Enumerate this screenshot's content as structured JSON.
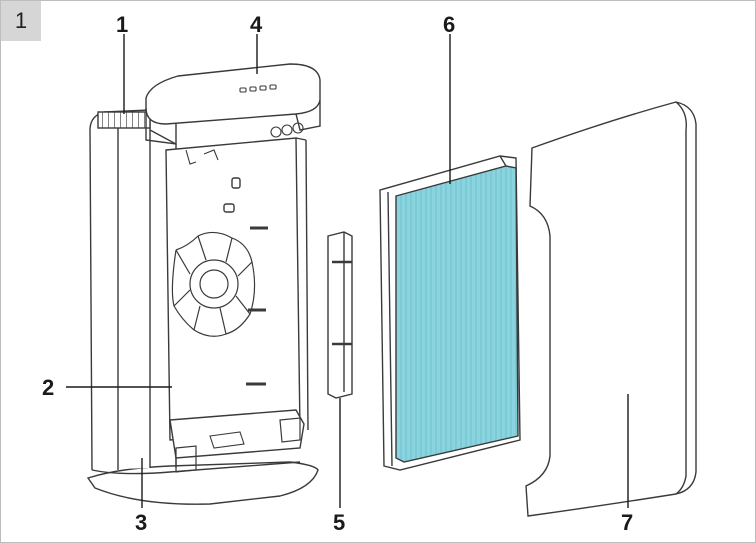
{
  "figure": {
    "number": "1"
  },
  "callouts": [
    "1",
    "2",
    "3",
    "4",
    "5",
    "6",
    "7"
  ],
  "colors": {
    "outline": "#3a3a3a",
    "filter_media": "#8ad4df",
    "filter_stripes": "#6fbfcc",
    "tab_bg": "#d6d6d6"
  }
}
